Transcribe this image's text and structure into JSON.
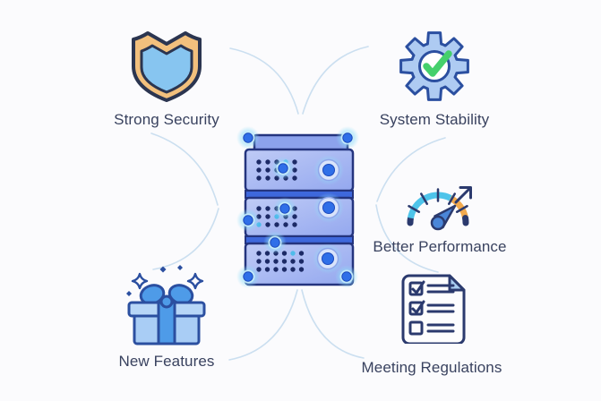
{
  "features": [
    {
      "id": "strong-security",
      "label": "Strong Security",
      "icon": "shield-icon",
      "position": "top-left"
    },
    {
      "id": "system-stability",
      "label": "System Stability",
      "icon": "gear-check-icon",
      "position": "top-right"
    },
    {
      "id": "better-performance",
      "label": "Better Performance",
      "icon": "gauge-icon",
      "position": "middle-right"
    },
    {
      "id": "new-features",
      "label": "New Features",
      "icon": "gift-icon",
      "position": "bottom-left"
    },
    {
      "id": "meeting-regulations",
      "label": "Meeting Regulations",
      "icon": "checklist-icon",
      "position": "bottom-right"
    }
  ],
  "center_illustration": {
    "name": "server-rack",
    "units": 3,
    "glow_nodes": 9
  },
  "colors": {
    "background": "#fbfbfd",
    "label_text": "#39425f",
    "connector": "#cbdff0",
    "server_unit_light": "#bfcbf6",
    "server_unit_dark": "#94a8ef",
    "server_lid": "#8ca2ec",
    "server_outline": "#24347e",
    "server_divider": "#3e68dc",
    "server_dot": "#1c2a66",
    "server_dot_accent": "#4fbbea",
    "node_core": "#2f6fe8",
    "node_halo": "#8fdcf8",
    "shield_band": "#f2c07d",
    "shield_inner": "#87c5f0",
    "icon_outline_dark": "#2b3550",
    "gear_fill": "#aecbf2",
    "gear_outline": "#2b4fa0",
    "check_green": "#45d06c",
    "gauge_cyan": "#4ec4ea",
    "gauge_orange": "#f2aa4f",
    "gauge_navy": "#2b3a6e",
    "needle_blue": "#4a86d8",
    "gift_box": "#a9cdf5",
    "gift_lid": "#b7d6f7",
    "gift_ribbon": "#4e9be8",
    "paper_fill": "#fdfdfe",
    "paper_fold": "#a8ccf0"
  }
}
